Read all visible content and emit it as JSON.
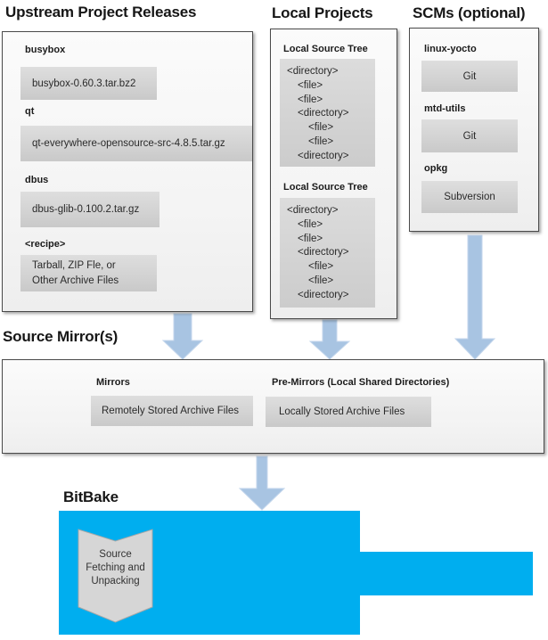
{
  "colors": {
    "bitbake_blue": "#00AEEF",
    "arrow_blue": "#A8C4E2",
    "ribbon_gray": "#D6D6D6"
  },
  "upstream": {
    "title": "Upstream Project Releases",
    "items": [
      {
        "label": "busybox",
        "value": "busybox-0.60.3.tar.bz2"
      },
      {
        "label": "qt",
        "value": "qt-everywhere-opensource-src-4.8.5.tar.gz"
      },
      {
        "label": "dbus",
        "value": "dbus-glib-0.100.2.tar.gz"
      },
      {
        "label": "<recipe>",
        "value": "Tarball, ZIP Fle, or\nOther Archive Files"
      }
    ]
  },
  "local": {
    "title": "Local Projects",
    "tree_label": "Local Source Tree",
    "tree_lines": [
      {
        "text": "<directory>",
        "indent": 0
      },
      {
        "text": "<file>",
        "indent": 1
      },
      {
        "text": "<file>",
        "indent": 1
      },
      {
        "text": "<directory>",
        "indent": 1
      },
      {
        "text": "<file>",
        "indent": 2
      },
      {
        "text": "<file>",
        "indent": 2
      },
      {
        "text": "<directory>",
        "indent": 1
      }
    ]
  },
  "scms": {
    "title": "SCMs (optional)",
    "items": [
      {
        "label": "linux-yocto",
        "value": "Git"
      },
      {
        "label": "mtd-utils",
        "value": "Git"
      },
      {
        "label": "opkg",
        "value": "Subversion"
      }
    ]
  },
  "mirrors": {
    "title": "Source Mirror(s)",
    "mirrors_label": "Mirrors",
    "mirrors_value": "Remotely Stored Archive Files",
    "premirrors_label": "Pre-Mirrors (Local Shared Directories)",
    "premirrors_value": "Locally Stored Archive Files"
  },
  "bitbake": {
    "title": "BitBake",
    "process": "Source\nFetching and\nUnpacking"
  }
}
